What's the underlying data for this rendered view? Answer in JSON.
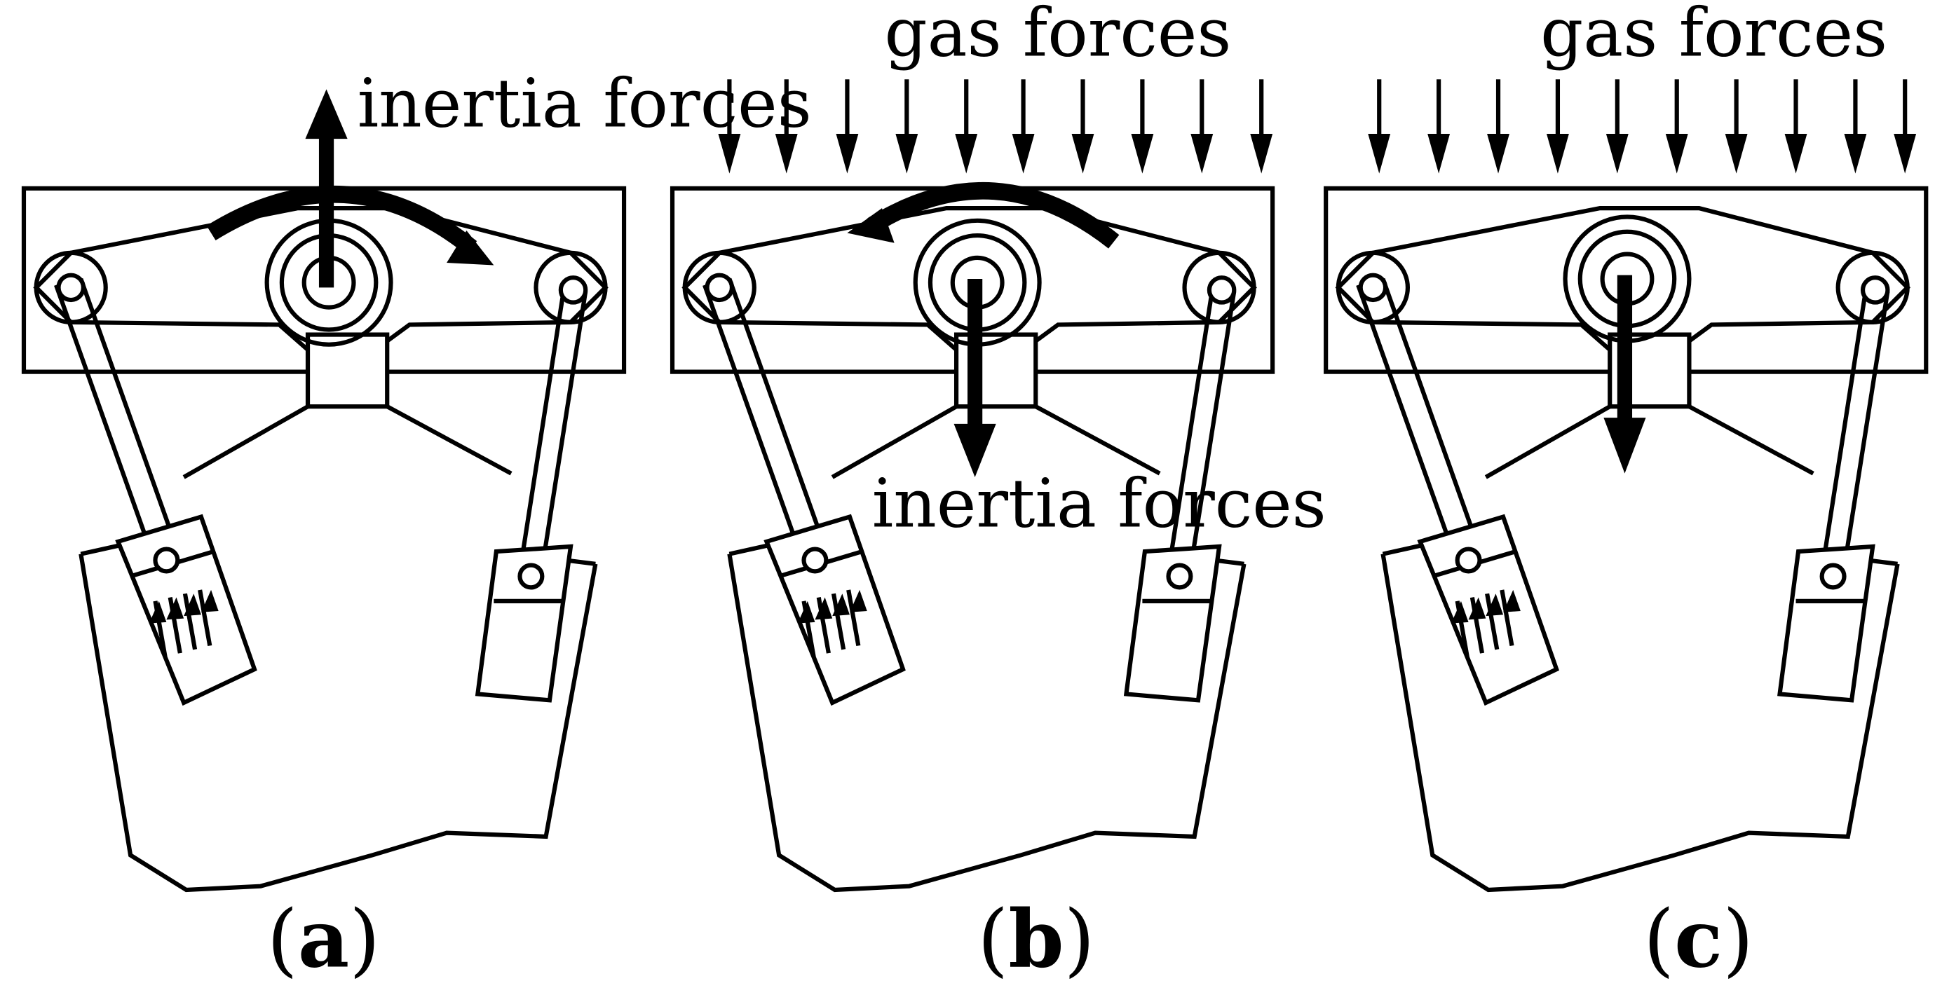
{
  "panels": [
    {
      "id": "a",
      "caption": "a",
      "label_inertia": "inertia forces",
      "label_gas": "",
      "gas_arrows": false,
      "inertia_direction": "up",
      "rotation_direction": "clockwise"
    },
    {
      "id": "b",
      "caption": "b",
      "label_inertia": "inertia forces",
      "label_gas": "gas forces",
      "gas_arrows": true,
      "inertia_direction": "down",
      "rotation_direction": "counterclockwise"
    },
    {
      "id": "c",
      "caption": "c",
      "label_inertia": "",
      "label_gas": "gas forces",
      "gas_arrows": true,
      "inertia_direction": "down",
      "rotation_direction": "none"
    }
  ],
  "colors": {
    "line": "#000000",
    "background": "#ffffff"
  }
}
